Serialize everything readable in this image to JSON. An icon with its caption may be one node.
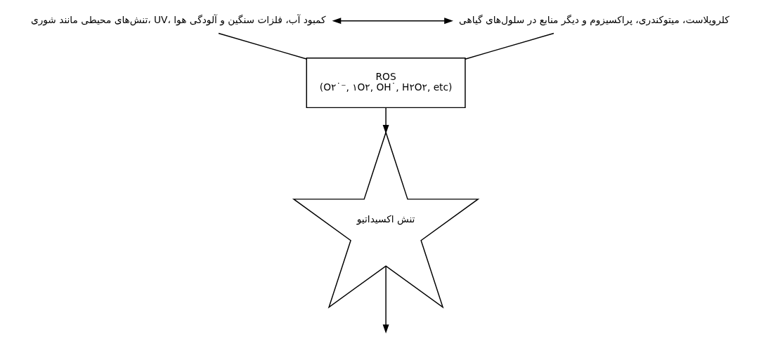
{
  "diagram": {
    "nodes": [
      {
        "text": [
          "کلروپلاست، میتوکندری، پراکسیزوم و دیگر منابع در سلول‌های گیاهی"
        ]
      },
      {
        "text": [
          "تنش‌های محیطی مانند شوری، UV، کمبود آب، فلزات سنگین و آلودگی هوا"
        ]
      },
      {
        "text": [
          "ROS",
          "(O۲˙⁻, ۱O۲, OH˙, H۲O۲, etc)"
        ]
      },
      {
        "text": [
          "تنش اکسیداتیو"
        ]
      }
    ],
    "edges": [
      {
        "from": 1,
        "to": 0,
        "arrow": "both"
      },
      {
        "from": 0,
        "to": 2,
        "arrow": "none"
      },
      {
        "from": 1,
        "to": 2,
        "arrow": "none"
      },
      {
        "from": 2,
        "to": 3,
        "arrow": "to"
      },
      {
        "from": 3,
        "to": null,
        "arrow": "to"
      }
    ]
  }
}
